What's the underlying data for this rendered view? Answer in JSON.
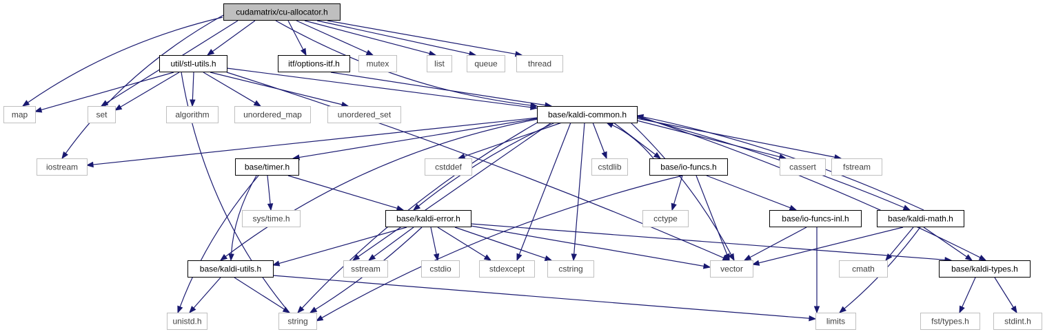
{
  "diagram": {
    "title": "cudamatrix/cu-allocator.h",
    "colors": {
      "edge": "#191970",
      "focus_fill": "#bfbfbf",
      "focus_stroke": "#000000",
      "documented_stroke": "#000000",
      "external_stroke": "#bfbfbf",
      "documented_text": "#000000",
      "external_text": "#3f3f3f"
    },
    "nodes": [
      {
        "id": "root",
        "label": "cudamatrix/cu-allocator.h",
        "kind": "focus"
      },
      {
        "id": "stl",
        "label": "util/stl-utils.h",
        "kind": "documented"
      },
      {
        "id": "options",
        "label": "itf/options-itf.h",
        "kind": "documented"
      },
      {
        "id": "mutex",
        "label": "mutex",
        "kind": "external"
      },
      {
        "id": "list",
        "label": "list",
        "kind": "external"
      },
      {
        "id": "queue",
        "label": "queue",
        "kind": "external"
      },
      {
        "id": "thread",
        "label": "thread",
        "kind": "external"
      },
      {
        "id": "map",
        "label": "map",
        "kind": "external"
      },
      {
        "id": "set",
        "label": "set",
        "kind": "external"
      },
      {
        "id": "algorithm",
        "label": "algorithm",
        "kind": "external"
      },
      {
        "id": "umap",
        "label": "unordered_map",
        "kind": "external"
      },
      {
        "id": "uset",
        "label": "unordered_set",
        "kind": "external"
      },
      {
        "id": "common",
        "label": "base/kaldi-common.h",
        "kind": "documented"
      },
      {
        "id": "iostream",
        "label": "iostream",
        "kind": "external"
      },
      {
        "id": "timer",
        "label": "base/timer.h",
        "kind": "documented"
      },
      {
        "id": "cstddef",
        "label": "cstddef",
        "kind": "external"
      },
      {
        "id": "cstdlib",
        "label": "cstdlib",
        "kind": "external"
      },
      {
        "id": "iofuncs",
        "label": "base/io-funcs.h",
        "kind": "documented"
      },
      {
        "id": "cassert",
        "label": "cassert",
        "kind": "external"
      },
      {
        "id": "fstream",
        "label": "fstream",
        "kind": "external"
      },
      {
        "id": "systime",
        "label": "sys/time.h",
        "kind": "external"
      },
      {
        "id": "error",
        "label": "base/kaldi-error.h",
        "kind": "documented"
      },
      {
        "id": "cctype",
        "label": "cctype",
        "kind": "external"
      },
      {
        "id": "iofuncsinl",
        "label": "base/io-funcs-inl.h",
        "kind": "documented"
      },
      {
        "id": "kmath",
        "label": "base/kaldi-math.h",
        "kind": "documented"
      },
      {
        "id": "kutils",
        "label": "base/kaldi-utils.h",
        "kind": "documented"
      },
      {
        "id": "sstream",
        "label": "sstream",
        "kind": "external"
      },
      {
        "id": "cstdio",
        "label": "cstdio",
        "kind": "external"
      },
      {
        "id": "stdexcept",
        "label": "stdexcept",
        "kind": "external"
      },
      {
        "id": "cstring",
        "label": "cstring",
        "kind": "external"
      },
      {
        "id": "vector",
        "label": "vector",
        "kind": "external"
      },
      {
        "id": "cmath",
        "label": "cmath",
        "kind": "external"
      },
      {
        "id": "ktypes",
        "label": "base/kaldi-types.h",
        "kind": "documented"
      },
      {
        "id": "unistd",
        "label": "unistd.h",
        "kind": "external"
      },
      {
        "id": "string",
        "label": "string",
        "kind": "external"
      },
      {
        "id": "limits",
        "label": "limits",
        "kind": "external"
      },
      {
        "id": "fsttypes",
        "label": "fst/types.h",
        "kind": "external"
      },
      {
        "id": "stdint",
        "label": "stdint.h",
        "kind": "external"
      }
    ],
    "edges": [
      {
        "from": "root",
        "to": "map"
      },
      {
        "from": "root",
        "to": "iostream"
      },
      {
        "from": "root",
        "to": "set"
      },
      {
        "from": "root",
        "to": "stl"
      },
      {
        "from": "root",
        "to": "common"
      },
      {
        "from": "root",
        "to": "options"
      },
      {
        "from": "root",
        "to": "mutex"
      },
      {
        "from": "root",
        "to": "list"
      },
      {
        "from": "root",
        "to": "queue"
      },
      {
        "from": "root",
        "to": "thread"
      },
      {
        "from": "stl",
        "to": "map"
      },
      {
        "from": "stl",
        "to": "set"
      },
      {
        "from": "stl",
        "to": "algorithm"
      },
      {
        "from": "stl",
        "to": "umap"
      },
      {
        "from": "stl",
        "to": "uset"
      },
      {
        "from": "stl",
        "to": "common"
      },
      {
        "from": "stl",
        "to": "vector"
      },
      {
        "from": "stl",
        "to": "string"
      },
      {
        "from": "options",
        "to": "common"
      },
      {
        "from": "common",
        "to": "iostream"
      },
      {
        "from": "common",
        "to": "timer"
      },
      {
        "from": "common",
        "to": "kutils"
      },
      {
        "from": "common",
        "to": "string"
      },
      {
        "from": "common",
        "to": "sstream"
      },
      {
        "from": "common",
        "to": "error"
      },
      {
        "from": "common",
        "to": "cstddef"
      },
      {
        "from": "common",
        "to": "stdexcept"
      },
      {
        "from": "common",
        "to": "cstring"
      },
      {
        "from": "common",
        "to": "cstdlib"
      },
      {
        "from": "common",
        "to": "iofuncs"
      },
      {
        "from": "common",
        "to": "vector"
      },
      {
        "from": "common",
        "to": "cassert"
      },
      {
        "from": "common",
        "to": "fstream"
      },
      {
        "from": "common",
        "to": "kmath"
      },
      {
        "from": "common",
        "to": "ktypes"
      },
      {
        "from": "iofuncs",
        "to": "common"
      },
      {
        "from": "kmath",
        "to": "common"
      },
      {
        "from": "timer",
        "to": "systime"
      },
      {
        "from": "timer",
        "to": "error"
      },
      {
        "from": "timer",
        "to": "kutils"
      },
      {
        "from": "timer",
        "to": "unistd"
      },
      {
        "from": "iofuncs",
        "to": "cctype"
      },
      {
        "from": "iofuncs",
        "to": "iofuncsinl"
      },
      {
        "from": "iofuncs",
        "to": "vector"
      },
      {
        "from": "iofuncs",
        "to": "string"
      },
      {
        "from": "error",
        "to": "kutils"
      },
      {
        "from": "error",
        "to": "sstream"
      },
      {
        "from": "error",
        "to": "cstdio"
      },
      {
        "from": "error",
        "to": "stdexcept"
      },
      {
        "from": "error",
        "to": "cstring"
      },
      {
        "from": "error",
        "to": "vector"
      },
      {
        "from": "error",
        "to": "ktypes"
      },
      {
        "from": "error",
        "to": "string"
      },
      {
        "from": "iofuncsinl",
        "to": "vector"
      },
      {
        "from": "iofuncsinl",
        "to": "limits"
      },
      {
        "from": "kmath",
        "to": "vector"
      },
      {
        "from": "kmath",
        "to": "cmath"
      },
      {
        "from": "kmath",
        "to": "ktypes"
      },
      {
        "from": "kmath",
        "to": "limits"
      },
      {
        "from": "kutils",
        "to": "unistd"
      },
      {
        "from": "kutils",
        "to": "string"
      },
      {
        "from": "kutils",
        "to": "limits"
      },
      {
        "from": "ktypes",
        "to": "fsttypes"
      },
      {
        "from": "ktypes",
        "to": "stdint"
      }
    ]
  }
}
